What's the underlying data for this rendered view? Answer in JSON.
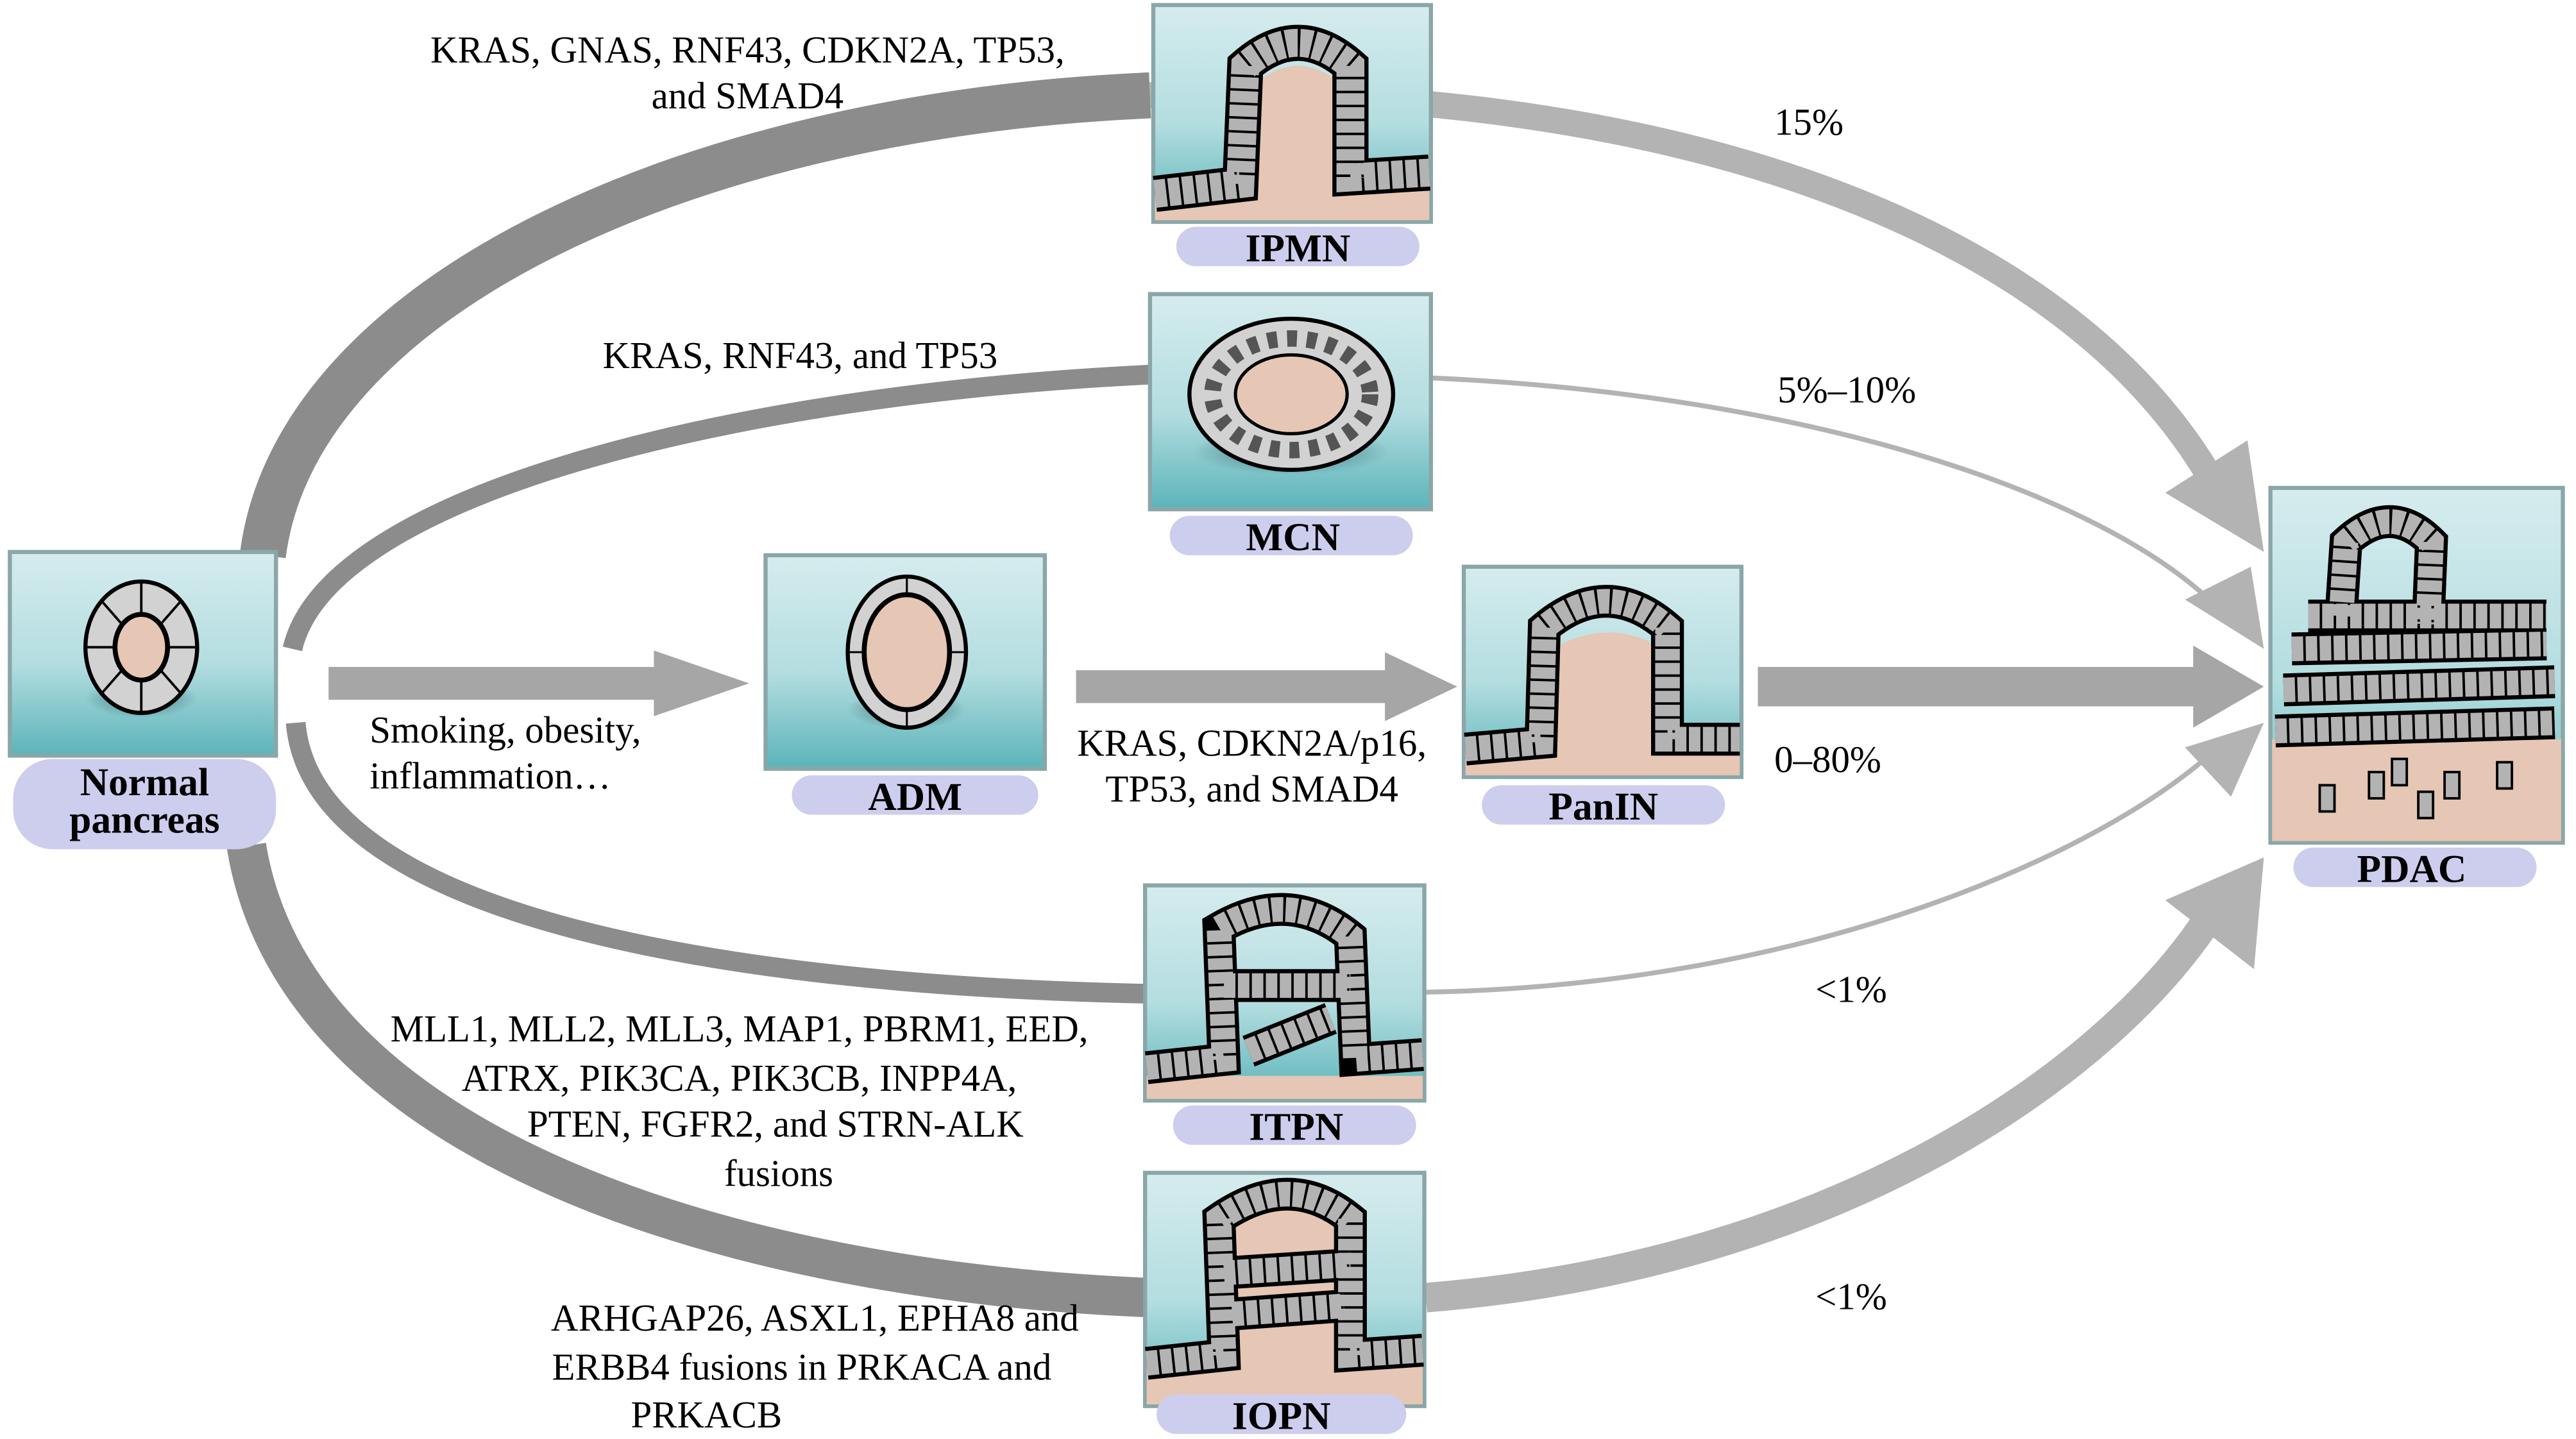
{
  "stages": {
    "normal": {
      "label_line1": "Normal",
      "label_line2": "pancreas"
    },
    "adm": {
      "label": "ADM"
    },
    "panin": {
      "label": "PanIN"
    },
    "ipmn": {
      "label": "IPMN"
    },
    "mcn": {
      "label": "MCN"
    },
    "itpn": {
      "label": "ITPN"
    },
    "iopn": {
      "label": "IOPN"
    },
    "pdac": {
      "label": "PDAC"
    }
  },
  "annotations": {
    "ipmn_genes": [
      "KRAS, GNAS, RNF43, CDKN2A, TP53,",
      "and SMAD4"
    ],
    "mcn_genes": [
      "KRAS, RNF43, and TP53"
    ],
    "adm_causes": [
      "Smoking, obesity,",
      "inflammation…"
    ],
    "panin_genes": [
      "KRAS, CDKN2A/p16,",
      "TP53, and SMAD4"
    ],
    "itpn_genes": [
      "MLL1, MLL2, MLL3, MAP1, PBRM1, EED,",
      "ATRX, PIK3CA, PIK3CB, INPP4A,",
      "PTEN, FGFR2, and STRN-ALK",
      "fusions"
    ],
    "iopn_genes": [
      "ARHGAP26, ASXL1, EPHA8 and",
      "ERBB4 fusions in PRKACA and",
      "PRKACB"
    ]
  },
  "rates": {
    "ipmn": "15%",
    "mcn": "5%–10%",
    "panin": "0–80%",
    "itpn": "<1%",
    "iopn": "<1%"
  },
  "colors": {
    "arrow_dark": "#8c8c8c",
    "arrow_light": "#b3b3b3",
    "pill": "#cdcdee",
    "stroma": "#e6c6b4",
    "cell": "#b3b3b3"
  }
}
